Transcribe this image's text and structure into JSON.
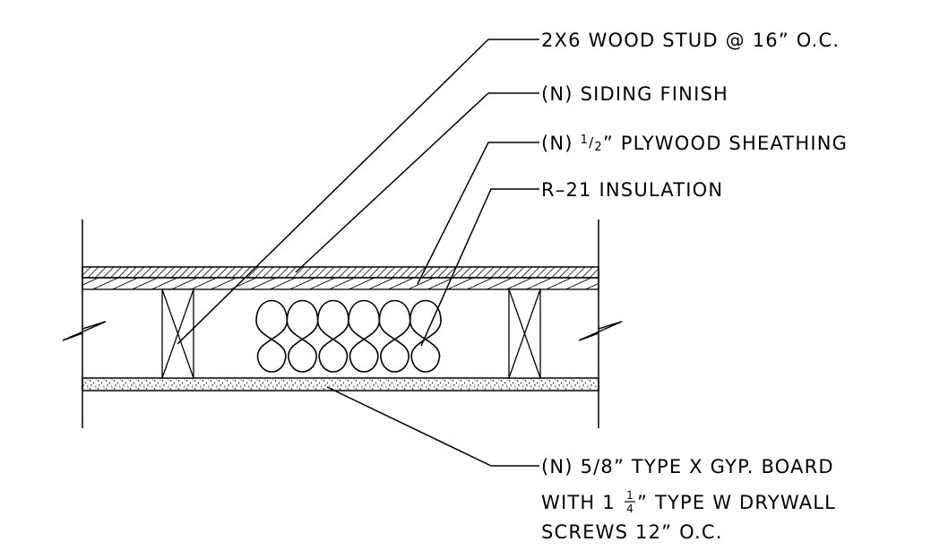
{
  "diagram": {
    "colors": {
      "line": "#000000",
      "background": "#ffffff"
    },
    "labels": {
      "stud": "2X6 WOOD STUD @ 16” O.C.",
      "siding": "(N) SIDING FINISH",
      "sheathing_prefix": "(N) ",
      "sheathing_fraction_num": "1",
      "sheathing_fraction_den": "2",
      "sheathing_suffix": "” PLYWOOD SHEATHING",
      "insulation": "R–21 INSULATION",
      "gyp_line1": "(N) 5/8” TYPE X GYP. BOARD",
      "gyp_line2_prefix": "WITH 1 ",
      "gyp_line2_fraction_num": "1",
      "gyp_line2_fraction_den": "4",
      "gyp_line2_suffix": "” TYPE W DRYWALL",
      "gyp_line3": "SCREWS 12” O.C."
    }
  }
}
